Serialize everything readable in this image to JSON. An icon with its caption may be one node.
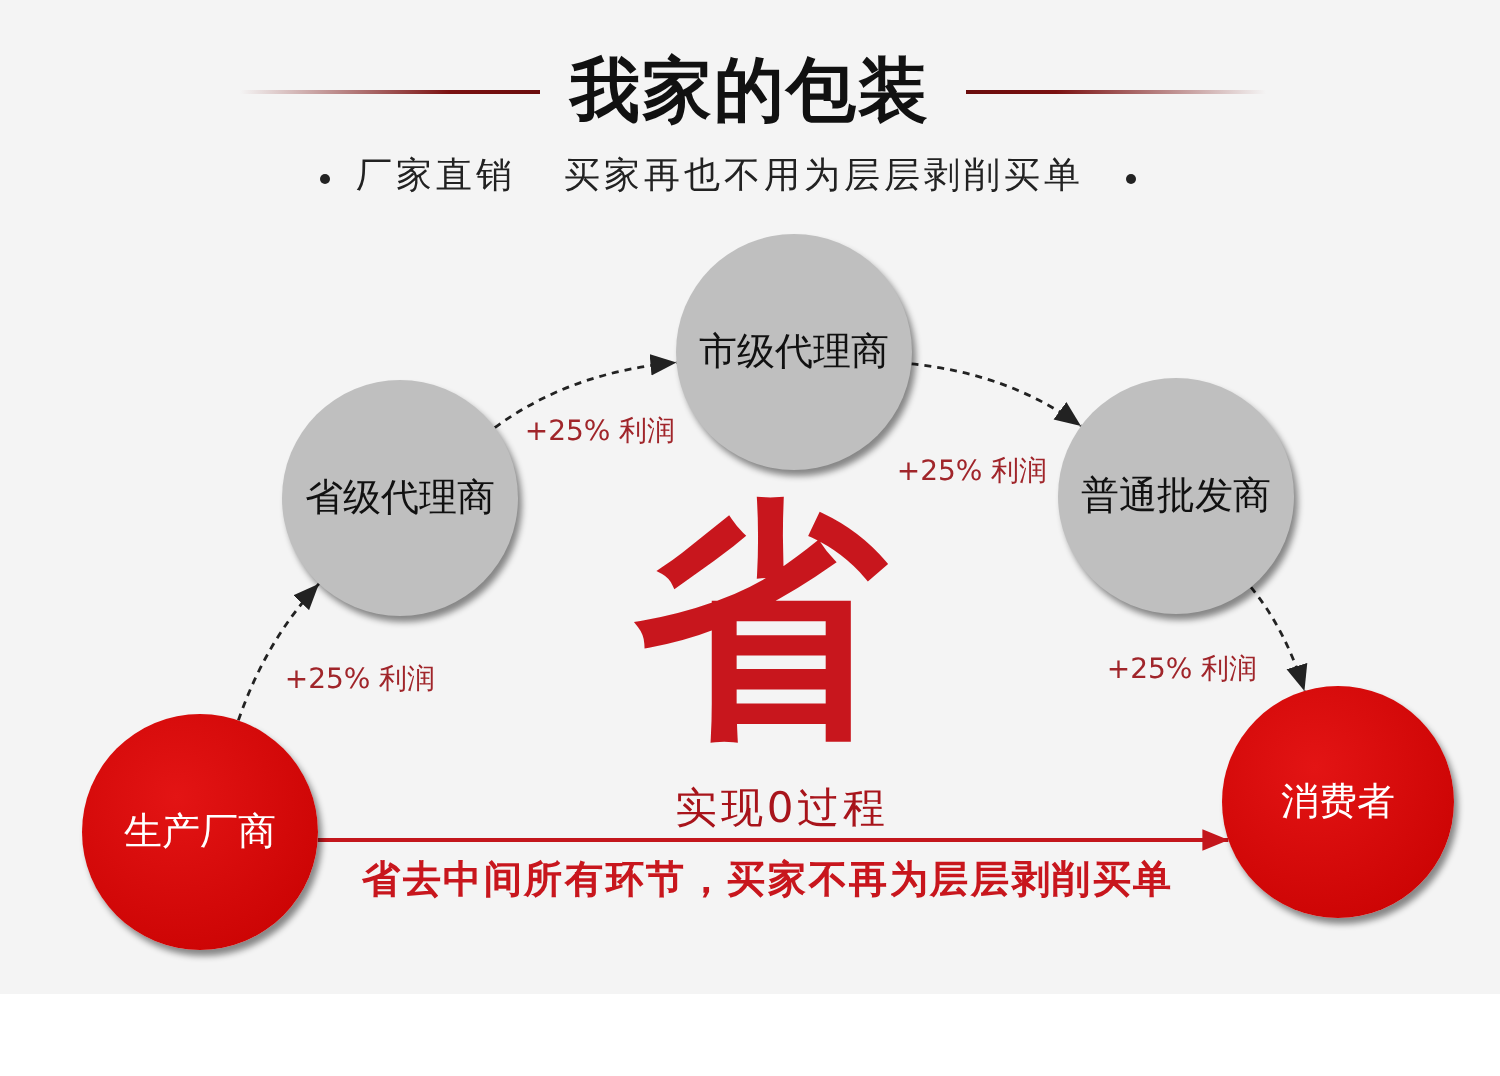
{
  "diagram": {
    "title": "我家的包装",
    "nodes": [
      {
        "text": [
          "生产厂商"
        ]
      },
      {
        "text": [
          "省级代理商"
        ]
      },
      {
        "text": [
          "市级代理商"
        ]
      },
      {
        "text": [
          "普通批发商"
        ]
      },
      {
        "text": [
          "消费者"
        ]
      }
    ],
    "edges": [
      {
        "from": 0,
        "to": 1,
        "arrow": "to",
        "label": "+25% 利润",
        "style": "dashed"
      },
      {
        "from": 1,
        "to": 2,
        "arrow": "to",
        "label": "+25% 利润",
        "style": "dashed"
      },
      {
        "from": 2,
        "to": 3,
        "arrow": "to",
        "label": "+25% 利润",
        "style": "dashed"
      },
      {
        "from": 3,
        "to": 4,
        "arrow": "to",
        "label": "+25% 利润",
        "style": "dashed"
      },
      {
        "from": 0,
        "to": 4,
        "arrow": "to",
        "label": "实现0过程",
        "color": "#c3161c"
      }
    ],
    "labels": [
      "厂家直销 买家再也不用为层层剥削买单",
      "省",
      "省去中间所有环节，买家不再为层层剥削买单"
    ]
  }
}
